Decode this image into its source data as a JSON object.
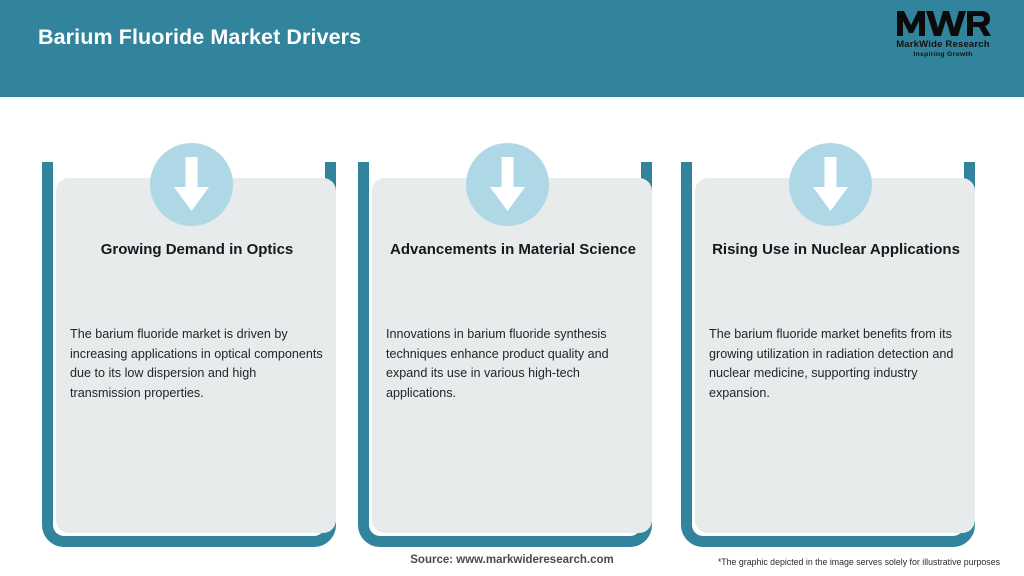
{
  "header": {
    "title": "Barium Fluoride Market Drivers",
    "background_color": "#31849B",
    "title_color": "#FFFFFF"
  },
  "logo": {
    "mark": "MWR",
    "name": "MarkWide Research",
    "tagline": "Inspiring Growth"
  },
  "cards": [
    {
      "icon": "down-arrow-icon",
      "title": "Growing Demand in Optics",
      "body": "The barium fluoride market is driven by increasing applications in optical components due to its low dispersion and high transmission properties."
    },
    {
      "icon": "down-arrow-icon",
      "title": "Advancements in Material Science",
      "body": "Innovations in barium fluoride synthesis techniques enhance product quality and expand its use in various high-tech applications."
    },
    {
      "icon": "down-arrow-icon",
      "title": "Rising Use in Nuclear Applications",
      "body": "The barium fluoride market benefits from its growing utilization in radiation detection and nuclear medicine, supporting industry expansion."
    }
  ],
  "footer": {
    "source": "Source: www.markwideresearch.com",
    "disclaimer": "*The graphic depicted in the image serves solely for illustrative purposes"
  },
  "colors": {
    "teal": "#31849B",
    "panel_gray": "#E7EBEC",
    "badge_blue": "#AFD8E6",
    "arrow_white": "#FFFFFF"
  }
}
